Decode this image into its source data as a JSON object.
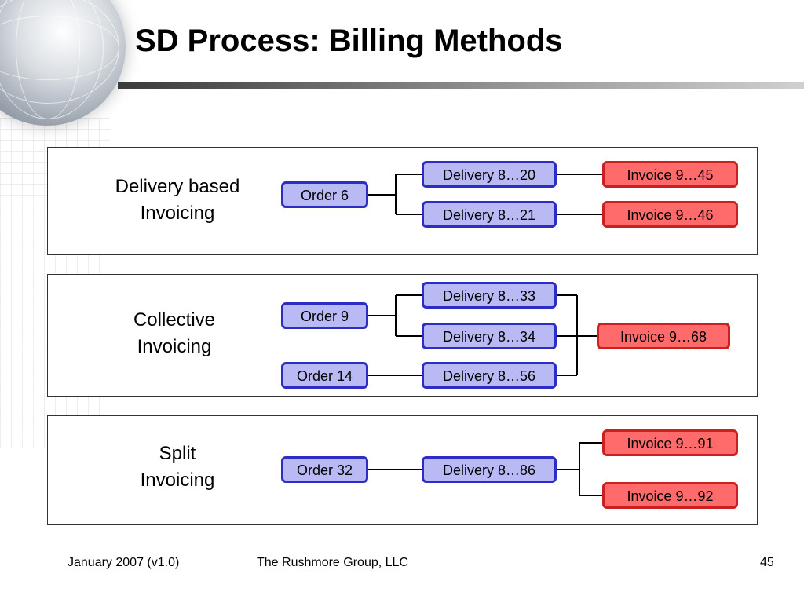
{
  "slide": {
    "title": "SD Process: Billing Methods"
  },
  "sections": [
    {
      "label": "Delivery based\nInvoicing",
      "orders": [
        "Order 6"
      ],
      "deliveries": [
        "Delivery 8…20",
        "Delivery 8…21"
      ],
      "invoices": [
        "Invoice 9…45",
        "Invoice 9…46"
      ]
    },
    {
      "label": "Collective\nInvoicing",
      "orders": [
        "Order 9",
        "Order 14"
      ],
      "deliveries": [
        "Delivery 8…33",
        "Delivery 8…34",
        "Delivery 8…56"
      ],
      "invoices": [
        "Invoice 9…68"
      ]
    },
    {
      "label": "Split\nInvoicing",
      "orders": [
        "Order  32"
      ],
      "deliveries": [
        "Delivery 8…86"
      ],
      "invoices": [
        "Invoice 9…91",
        "Invoice 9…92"
      ]
    }
  ],
  "footer": {
    "date": "January 2007 (v1.0)",
    "company": "The Rushmore Group, LLC",
    "page": "45"
  },
  "colors": {
    "order_fill": "#b9b9f4",
    "order_border": "#2d2dc4",
    "invoice_fill": "#ff6b6b",
    "invoice_border": "#cc1f1f"
  }
}
